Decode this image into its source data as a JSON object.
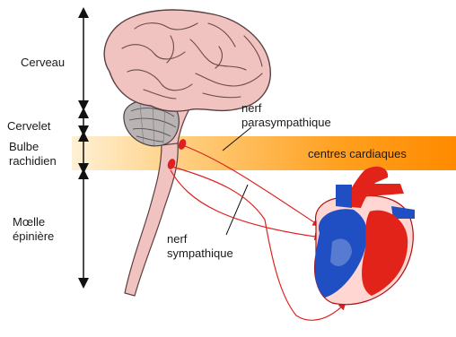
{
  "regions": {
    "cerveau": "Cerveau",
    "cervelet": "Cervelet",
    "bulbe_line1": "Bulbe",
    "bulbe_line2": "rachidien",
    "moelle_line1": "Mœlle",
    "moelle_line2": "épinière"
  },
  "annotations": {
    "parasympathetic_line1": "nerf",
    "parasympathetic_line2": "parasympathique",
    "sympathetic_line1": "nerf",
    "sympathetic_line2": "sympathique",
    "cardiac_centers": "centres cardiaques"
  },
  "colors": {
    "band_light": "#ffe2b0",
    "band_mid": "#ffb347",
    "band_dark": "#ff8a00",
    "brain_fill": "#f0c2c0",
    "brain_outline": "#5a4040",
    "cerebellum_fill": "#b9b3b3",
    "nerve_red": "#e02020",
    "heart_red": "#e2231a",
    "heart_blue": "#1f4fc2"
  }
}
